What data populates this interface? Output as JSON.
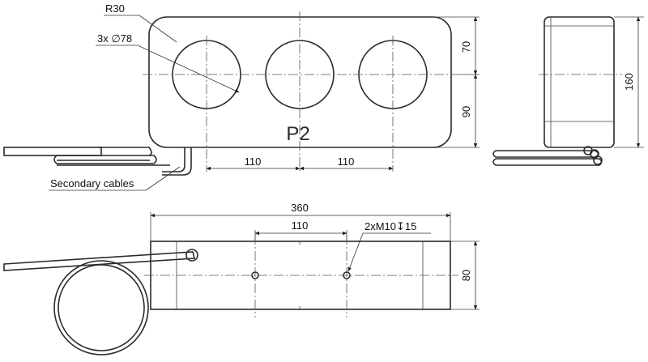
{
  "drawing": {
    "radius_label": "R30",
    "holes_label": "3x ∅78",
    "model_label": "P2",
    "secondary_label": "Secondary cables",
    "dim_110_left": "110",
    "dim_110_right": "110",
    "dim_70": "70",
    "dim_90": "90",
    "dim_160": "160",
    "dim_360": "360",
    "dim_110_bottom": "110",
    "thread_label": "2xM10↧15",
    "dim_80": "80"
  }
}
